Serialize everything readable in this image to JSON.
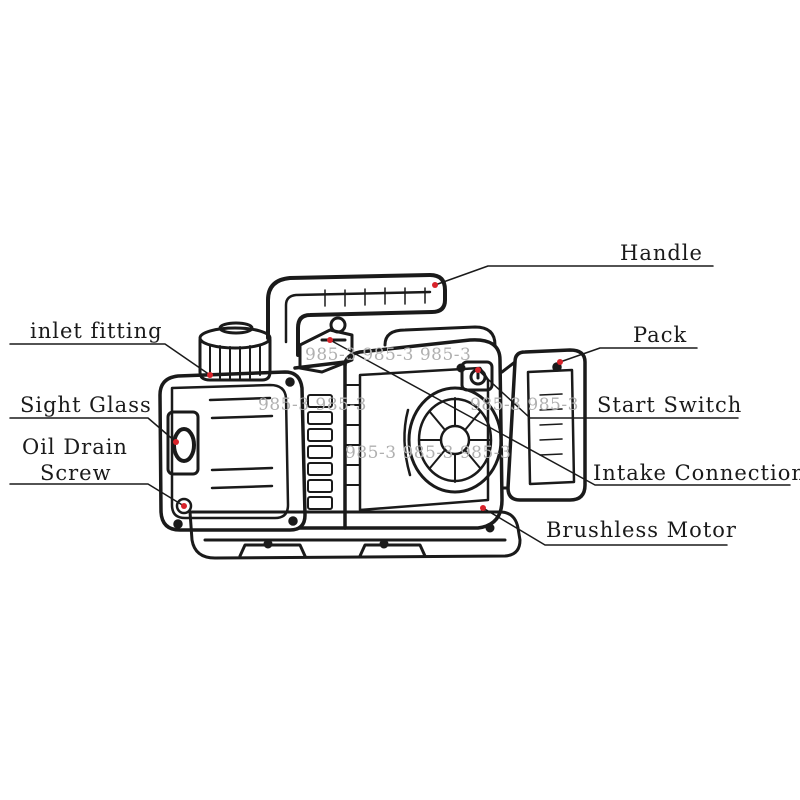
{
  "labels": {
    "handle": "Handle",
    "pack": "Pack",
    "inlet_fitting": "inlet fitting",
    "sight_glass": "Sight Glass",
    "start_switch": "Start Switch",
    "oil_drain_line1": "Oil Drain",
    "oil_drain_line2": "Screw",
    "intake_connection": "Intake Connection",
    "brushless_motor": "Brushless Motor"
  },
  "watermarks": [
    "985-3 985-3 985-3",
    "985-3 985-3",
    "985-3 985-3",
    "985-3 985-3 985-3"
  ],
  "colors": {
    "line": "#1a1a1a",
    "label_text": "#1a1a1a",
    "marker": "#d8232a",
    "watermark": "#b0b0b0"
  }
}
